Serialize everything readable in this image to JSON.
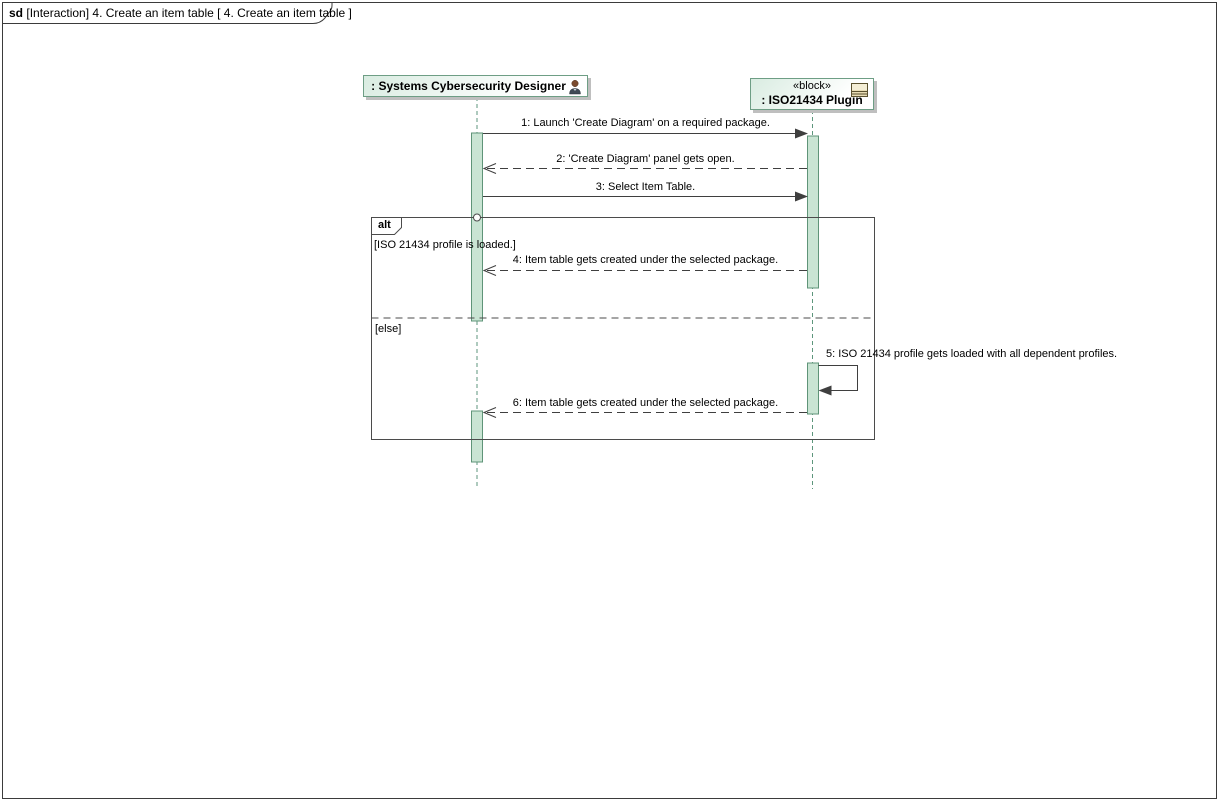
{
  "diagram": {
    "tab": {
      "keyword": "sd",
      "title": "[Interaction] 4. Create an item table [ 4. Create an item table ]"
    }
  },
  "lifelines": [
    {
      "label": ": Systems Cybersecurity Designer",
      "icon": "person-icon"
    },
    {
      "stereotype": "«block»",
      "label": ": ISO21434 Plugin",
      "icon": "block-icon"
    }
  ],
  "fragment": {
    "operator": "alt",
    "guard_if": "[ISO 21434 profile is loaded.]",
    "guard_else": "[else]"
  },
  "messages": [
    {
      "label": "1: Launch 'Create Diagram' on a required package.",
      "type": "sync-call"
    },
    {
      "label": "2: 'Create Diagram' panel gets open.",
      "type": "reply"
    },
    {
      "label": "3: Select Item Table.",
      "type": "sync-call"
    },
    {
      "label": "4: Item table gets created under the selected package.",
      "type": "reply"
    },
    {
      "label": "5: ISO 21434 profile gets loaded with all dependent profiles.",
      "type": "self-call"
    },
    {
      "label": "6: Item table gets created under the selected package.",
      "type": "reply"
    }
  ],
  "colors": {
    "activation_fill": "#c9e4d3",
    "activation_border": "#5f9478",
    "head_tint": "#d9ece1",
    "head_border": "#6e9e85",
    "lifeline_line": "#5d967c",
    "message_line": "#3f3f3f",
    "fragment_border": "#4b4b4b"
  }
}
